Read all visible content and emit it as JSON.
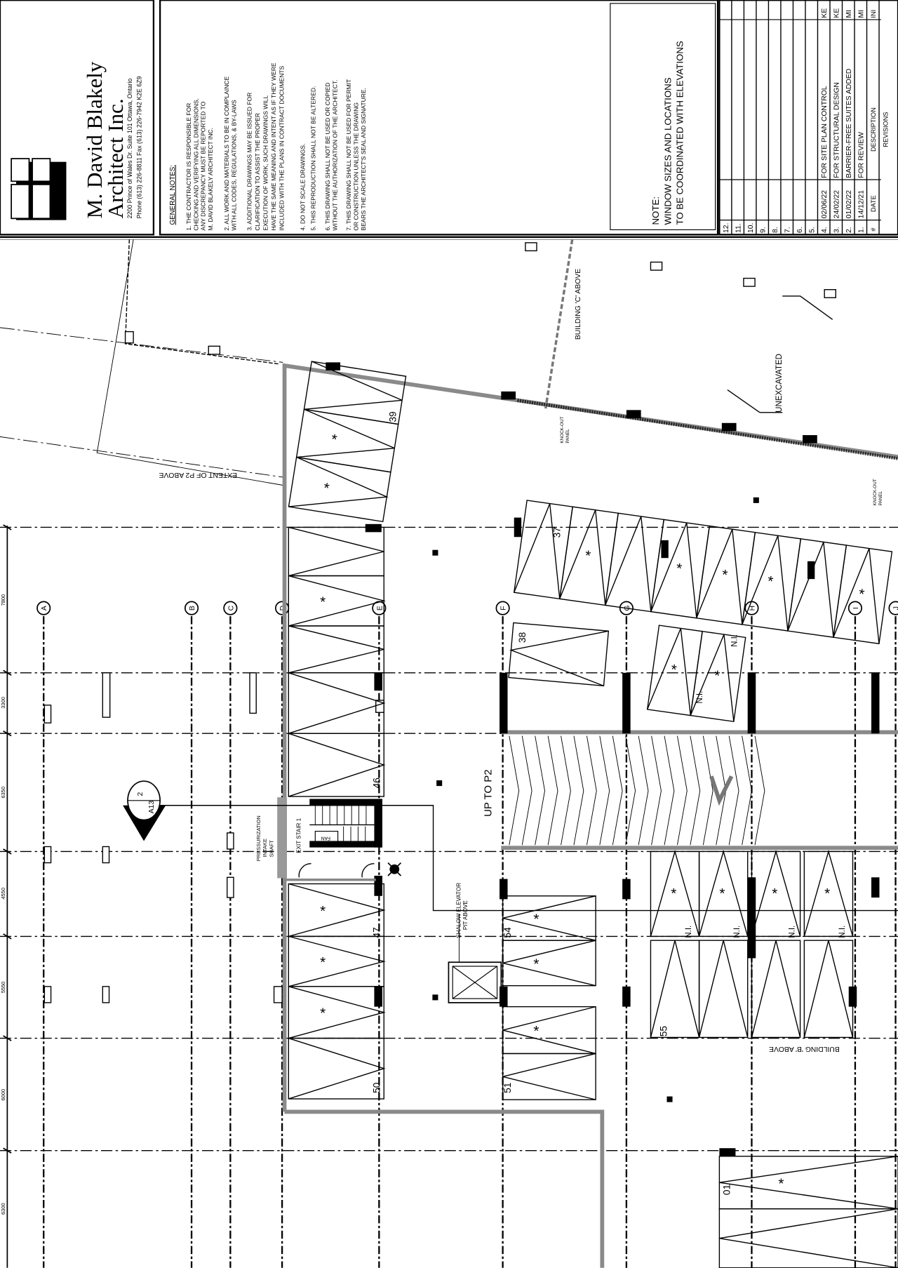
{
  "title_block": {
    "firm_name_line1": "M. David Blakely",
    "firm_name_line2": "Architect Inc.",
    "address": "2200 Prince of Wales Dr. Suite 101 Ottawa, Ontario",
    "phone": "Phone (613) 226-8811   Fax (613) 226-7942   K2E 6Z9",
    "general_notes_heading": "GENERAL NOTES:",
    "general_notes": [
      "1.  THE CONTRACTOR IS RESPONSIBLE FOR",
      "     CHECKING AND VERIFYING ALL DIMENSIONS,",
      "     ANY DISCREPANCY MUST BE REPORTED TO",
      "     M. DAVID BLAKELY ARCHITECT INC.",
      "2.  ALL WORK AND MATERIALS TO BE IN COMPLAINCE",
      "     WITH ALL CODES, REGULATIONS, & BY-LAWS",
      "3.  ADDITIONAL DRAWINGS MAY BE ISSUED FOR",
      "     CLARIFICATION TO ASSIST THE PROPER",
      "     EXECUTION OF WORK, SUCH DRAWINGS WILL",
      "     HAVE THE SAME MEANING AND INTENT AS IF THEY WERE",
      "     INCLUDED WITH THE PLANS IN CONTRACT DOCUMENTS",
      "4.  DO NOT SCALE DRAWINGS.",
      "5.  THIS REPRODUCTION SHALL NOT BE ALTERED.",
      "6.  THIS DRAWING SHALL NOT BE USED OR COPIED",
      "     WITHOUT THE AUTHORIZATION OF THE ARCHITECT.",
      "7.  THIS DRAWING SHALL NOT BE USED FOR PERMIT",
      "     OR CONSTRUCTION UNLESS THE DRAWING",
      "     BEARS THE ARCHITECT'S SEAL AND SIGNATURE."
    ],
    "note_line1": "NOTE:",
    "note_line2": "WINDOW SIZES AND LOCATIONS",
    "note_line3": "TO BE COORDINATED WITH ELEVATIONS",
    "revisions": {
      "title": "REVISIONS",
      "header": {
        "num": "#",
        "date": "DATE",
        "description": "DESCRIPTION",
        "by": "INI"
      },
      "rows": [
        {
          "num": "12.",
          "date": "",
          "description": "",
          "by": ""
        },
        {
          "num": "11.",
          "date": "",
          "description": "",
          "by": ""
        },
        {
          "num": "10.",
          "date": "",
          "description": "",
          "by": ""
        },
        {
          "num": "9.",
          "date": "",
          "description": "",
          "by": ""
        },
        {
          "num": "8.",
          "date": "",
          "description": "",
          "by": ""
        },
        {
          "num": "7.",
          "date": "",
          "description": "",
          "by": ""
        },
        {
          "num": "6.",
          "date": "",
          "description": "",
          "by": ""
        },
        {
          "num": "5.",
          "date": "",
          "description": "",
          "by": ""
        },
        {
          "num": "4.",
          "date": "02/06/22",
          "description": "FOR SITE PLAN CONTROL",
          "by": "KE"
        },
        {
          "num": "3.",
          "date": "24/02/22",
          "description": "FOR STRUCTURAL DESIGN",
          "by": "KE"
        },
        {
          "num": "2.",
          "date": "01/02/22",
          "description": "BARRIER-FREE SUITES ADDED",
          "by": "MI"
        },
        {
          "num": "1.",
          "date": "14/12/21",
          "description": "FOR REVIEW",
          "by": "MI"
        }
      ]
    }
  },
  "plan": {
    "grid_labels": [
      "A",
      "B",
      "C",
      "D",
      "E",
      "F",
      "G",
      "H",
      "I",
      "J"
    ],
    "dimensions": [
      "7800",
      "3300",
      "6350",
      "4550",
      "5550",
      "6000",
      "6300"
    ],
    "stall_numbers": [
      "39",
      "37",
      "38",
      "46",
      "47",
      "50",
      "54",
      "51",
      "55",
      "01"
    ],
    "labels": {
      "extent_p2": "EXTENT OF P2 ABOVE",
      "building_c": "BUILDING 'C' ABOVE",
      "unexcavated": "UNEXCAVATED",
      "knockout_panel_1": "KNOCK-OUT",
      "knockout_panel_2": "PANEL",
      "up_to_p2": "UP TO P2",
      "exit_stair": "EXIT STAIR 1",
      "pressurization_1": "PRESSURIZATION",
      "pressurization_2": "INTAKE",
      "pressurization_3": "SHAFT",
      "fan": "FAN",
      "elevator_1": "SHALOW ELEVATOR",
      "elevator_2": "PIT ABOVE",
      "building_b": "BUILDING 'B' ABOVE",
      "ni": "N.I.",
      "section_num": "2",
      "section_sheet": "A13"
    },
    "colors": {
      "wall": "#8a8a8a",
      "ink": "#000000"
    }
  }
}
